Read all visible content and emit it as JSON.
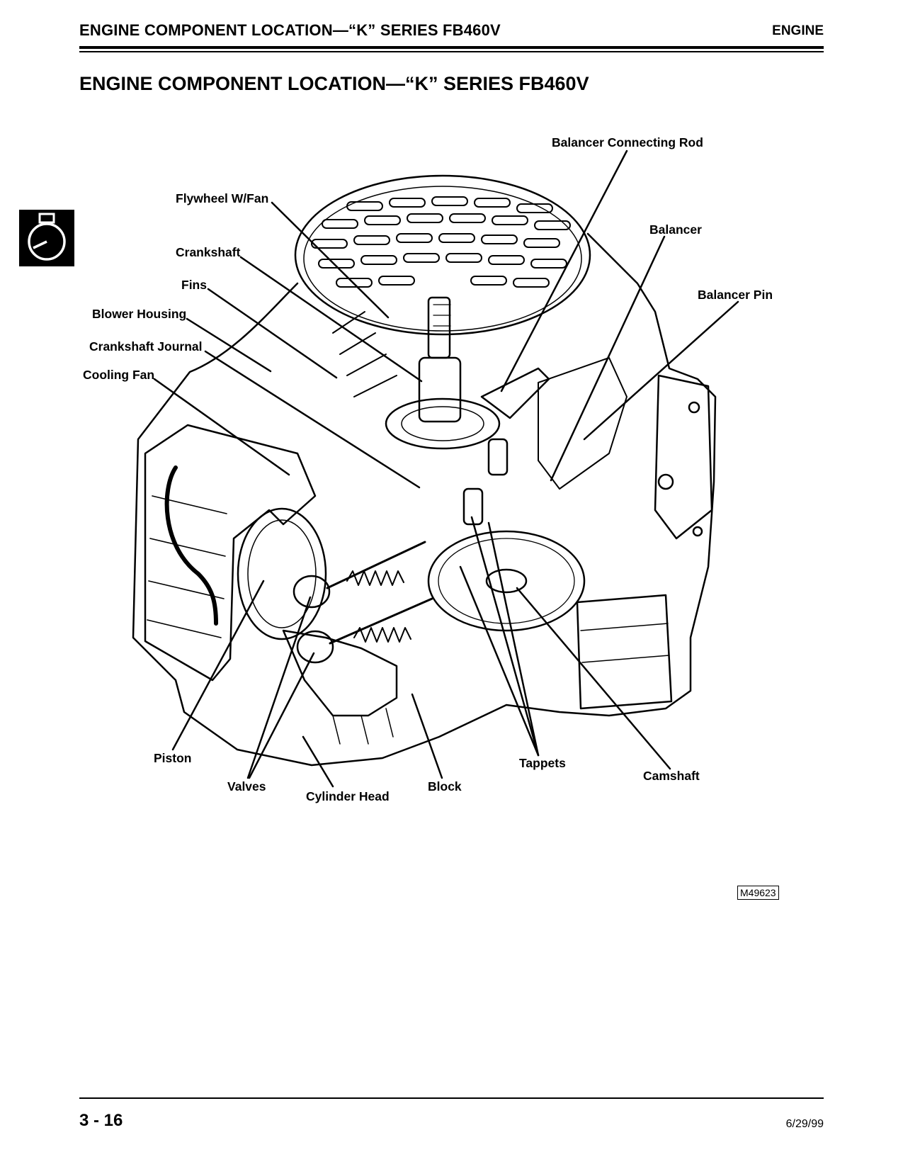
{
  "header": {
    "title": "ENGINE COMPONENT LOCATION—“K” SERIES FB460V",
    "section": "ENGINE"
  },
  "page_heading": "ENGINE COMPONENT LOCATION—“K” SERIES FB460V",
  "section_tab_icon": "engine-icon",
  "callouts": {
    "balancer_connecting_rod": "Balancer Connecting Rod",
    "flywheel_w_fan": "Flywheel W/Fan",
    "balancer": "Balancer",
    "crankshaft": "Crankshaft",
    "balancer_pin": "Balancer Pin",
    "fins": "Fins",
    "blower_housing": "Blower Housing",
    "crankshaft_journal": "Crankshaft Journal",
    "cooling_fan": "Cooling Fan",
    "piston": "Piston",
    "valves": "Valves",
    "cylinder_head": "Cylinder Head",
    "block": "Block",
    "tappets": "Tappets",
    "camshaft": "Camshaft"
  },
  "figure_id": "M49623",
  "footer": {
    "page_number": "3 - 16",
    "date": "6/29/99"
  }
}
